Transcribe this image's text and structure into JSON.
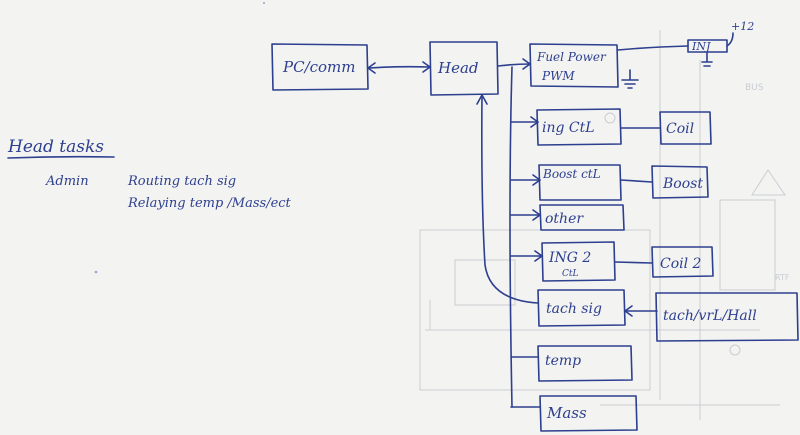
{
  "notes": {
    "heading": "Head tasks",
    "admin_label": "Admin",
    "line1": "Routing tach sig",
    "line2": "Relaying temp /Mass/ect"
  },
  "nodes": {
    "pc": "PC/comm",
    "head": "Head",
    "fuel_line1": "Fuel Power",
    "fuel_line2": "PWM",
    "inj": "INJ",
    "plus12": "+12",
    "ing_ctl": "ing CtL",
    "coil": "Coil",
    "boost_ctl": "Boost ctL",
    "boost": "Boost",
    "other": "other",
    "ing2_line1": "ING 2",
    "ing2_line2": "CtL",
    "coil2": "Coil 2",
    "tach_sig": "tach sig",
    "tach_vrl_hall": "tach/vrL/Hall",
    "temp": "temp",
    "mass": "Mass"
  },
  "colors": {
    "ink": "#2d3f8f",
    "paper": "#f3f3f1",
    "bleed_through": "#c9ccd3"
  }
}
